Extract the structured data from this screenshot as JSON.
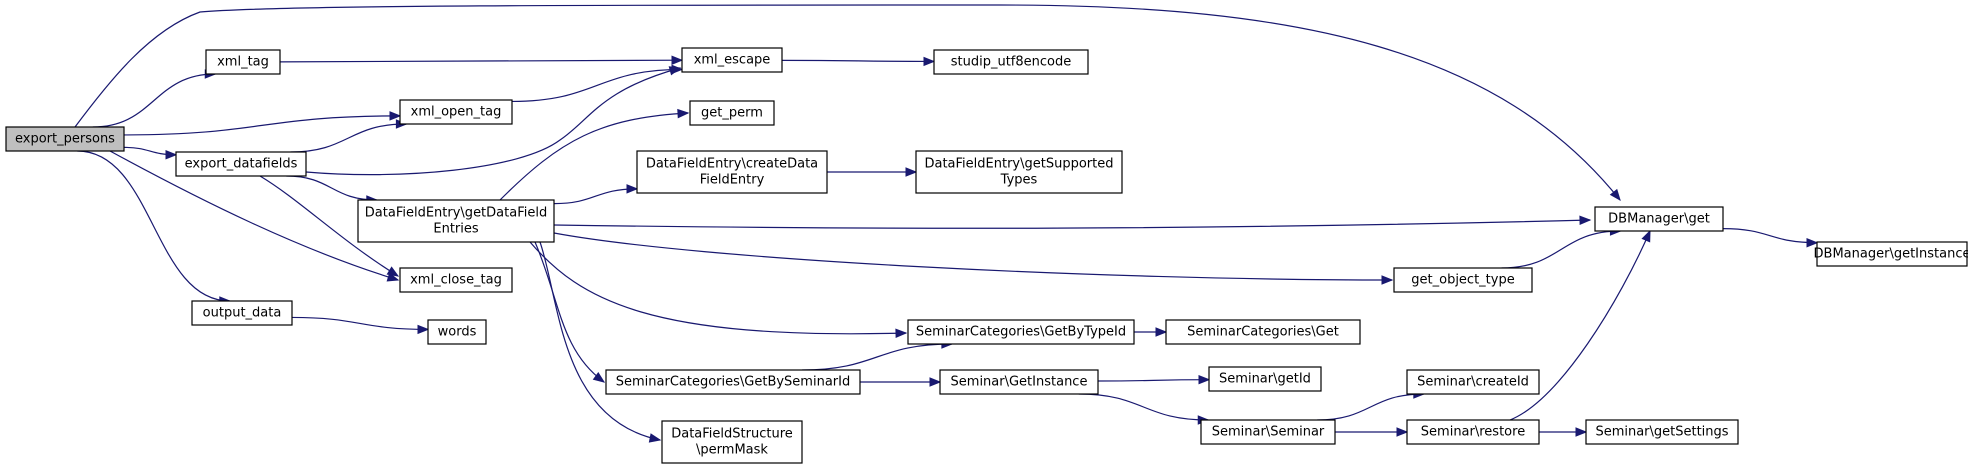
{
  "graph": {
    "nodes": [
      {
        "id": "export_persons",
        "lines": [
          "export_persons"
        ],
        "root": true
      },
      {
        "id": "xml_tag",
        "lines": [
          "xml_tag"
        ]
      },
      {
        "id": "xml_open_tag",
        "lines": [
          "xml_open_tag"
        ]
      },
      {
        "id": "export_datafields",
        "lines": [
          "export_datafields"
        ]
      },
      {
        "id": "DataFieldEntry_getDataFieldEntries",
        "lines": [
          "DataFieldEntry\\getDataField",
          "Entries"
        ]
      },
      {
        "id": "xml_close_tag",
        "lines": [
          "xml_close_tag"
        ]
      },
      {
        "id": "output_data",
        "lines": [
          "output_data"
        ]
      },
      {
        "id": "words",
        "lines": [
          "words"
        ]
      },
      {
        "id": "xml_escape",
        "lines": [
          "xml_escape"
        ]
      },
      {
        "id": "studip_utf8encode",
        "lines": [
          "studip_utf8encode"
        ]
      },
      {
        "id": "get_perm",
        "lines": [
          "get_perm"
        ]
      },
      {
        "id": "DataFieldEntry_createDataFieldEntry",
        "lines": [
          "DataFieldEntry\\createData",
          "FieldEntry"
        ]
      },
      {
        "id": "DataFieldEntry_getSupportedTypes",
        "lines": [
          "DataFieldEntry\\getSupported",
          "Types"
        ]
      },
      {
        "id": "DBManager_get",
        "lines": [
          "DBManager\\get"
        ]
      },
      {
        "id": "DBManager_getInstance",
        "lines": [
          "DBManager\\getInstance"
        ]
      },
      {
        "id": "get_object_type",
        "lines": [
          "get_object_type"
        ]
      },
      {
        "id": "SeminarCategories_GetByTypeId",
        "lines": [
          "SeminarCategories\\GetByTypeId"
        ]
      },
      {
        "id": "SeminarCategories_Get",
        "lines": [
          "SeminarCategories\\Get"
        ]
      },
      {
        "id": "SeminarCategories_GetBySeminarId",
        "lines": [
          "SeminarCategories\\GetBySeminarId"
        ]
      },
      {
        "id": "Seminar_GetInstance",
        "lines": [
          "Seminar\\GetInstance"
        ]
      },
      {
        "id": "Seminar_getId",
        "lines": [
          "Seminar\\getId"
        ]
      },
      {
        "id": "Seminar_Seminar",
        "lines": [
          "Seminar\\Seminar"
        ]
      },
      {
        "id": "Seminar_createId",
        "lines": [
          "Seminar\\createId"
        ]
      },
      {
        "id": "Seminar_restore",
        "lines": [
          "Seminar\\restore"
        ]
      },
      {
        "id": "Seminar_getSettings",
        "lines": [
          "Seminar\\getSettings"
        ]
      },
      {
        "id": "DataFieldStructure_permMask",
        "lines": [
          "DataFieldStructure",
          "\\permMask"
        ]
      }
    ],
    "edges": [
      {
        "from": "export_persons",
        "to": "xml_tag"
      },
      {
        "from": "export_persons",
        "to": "xml_open_tag"
      },
      {
        "from": "export_persons",
        "to": "export_datafields"
      },
      {
        "from": "export_persons",
        "to": "DBManager_get"
      },
      {
        "from": "export_persons",
        "to": "xml_close_tag"
      },
      {
        "from": "export_persons",
        "to": "output_data"
      },
      {
        "from": "xml_tag",
        "to": "xml_escape"
      },
      {
        "from": "xml_open_tag",
        "to": "xml_escape"
      },
      {
        "from": "export_datafields",
        "to": "xml_open_tag"
      },
      {
        "from": "export_datafields",
        "to": "xml_escape"
      },
      {
        "from": "export_datafields",
        "to": "DataFieldEntry_getDataFieldEntries"
      },
      {
        "from": "export_datafields",
        "to": "xml_close_tag"
      },
      {
        "from": "xml_escape",
        "to": "studip_utf8encode"
      },
      {
        "from": "DataFieldEntry_getDataFieldEntries",
        "to": "get_perm"
      },
      {
        "from": "DataFieldEntry_getDataFieldEntries",
        "to": "DataFieldEntry_createDataFieldEntry"
      },
      {
        "from": "DataFieldEntry_getDataFieldEntries",
        "to": "DBManager_get"
      },
      {
        "from": "DataFieldEntry_getDataFieldEntries",
        "to": "get_object_type"
      },
      {
        "from": "DataFieldEntry_getDataFieldEntries",
        "to": "SeminarCategories_GetByTypeId"
      },
      {
        "from": "DataFieldEntry_getDataFieldEntries",
        "to": "SeminarCategories_GetBySeminarId"
      },
      {
        "from": "DataFieldEntry_getDataFieldEntries",
        "to": "DataFieldStructure_permMask"
      },
      {
        "from": "DataFieldEntry_createDataFieldEntry",
        "to": "DataFieldEntry_getSupportedTypes"
      },
      {
        "from": "output_data",
        "to": "words"
      },
      {
        "from": "get_object_type",
        "to": "DBManager_get"
      },
      {
        "from": "DBManager_get",
        "to": "DBManager_getInstance"
      },
      {
        "from": "SeminarCategories_GetByTypeId",
        "to": "SeminarCategories_Get"
      },
      {
        "from": "SeminarCategories_GetBySeminarId",
        "to": "SeminarCategories_GetByTypeId"
      },
      {
        "from": "SeminarCategories_GetBySeminarId",
        "to": "Seminar_GetInstance"
      },
      {
        "from": "Seminar_GetInstance",
        "to": "Seminar_getId"
      },
      {
        "from": "Seminar_GetInstance",
        "to": "Seminar_Seminar"
      },
      {
        "from": "Seminar_Seminar",
        "to": "Seminar_createId"
      },
      {
        "from": "Seminar_Seminar",
        "to": "Seminar_restore"
      },
      {
        "from": "Seminar_restore",
        "to": "Seminar_getSettings"
      },
      {
        "from": "Seminar_restore",
        "to": "DBManager_get"
      }
    ]
  },
  "colors": {
    "edge": "#191970",
    "root_fill": "#bfbfbf",
    "node_fill": "#ffffff",
    "node_border": "#000000"
  }
}
